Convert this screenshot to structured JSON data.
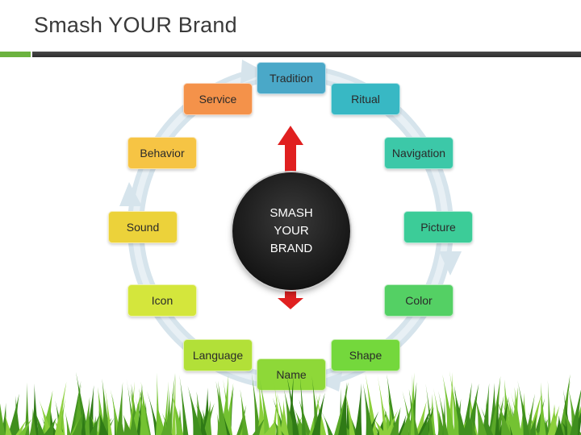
{
  "title": "Smash YOUR Brand",
  "center_label": "SMASH\nYOUR\nBRAND",
  "nodes": {
    "tradition": {
      "label": "Tradition",
      "color": "#4aa8c8"
    },
    "ritual": {
      "label": "Ritual",
      "color": "#38b8c4"
    },
    "service": {
      "label": "Service",
      "color": "#f4924a"
    },
    "behavior": {
      "label": "Behavior",
      "color": "#f6c444"
    },
    "navigation": {
      "label": "Navigation",
      "color": "#3cc8a8"
    },
    "sound": {
      "label": "Sound",
      "color": "#ecd23a"
    },
    "picture": {
      "label": "Picture",
      "color": "#3ccc98"
    },
    "icon": {
      "label": "Icon",
      "color": "#d4e63c"
    },
    "color": {
      "label": "Color",
      "color": "#54d064"
    },
    "language": {
      "label": "Language",
      "color": "#b2e038"
    },
    "shape": {
      "label": "Shape",
      "color": "#74d83c"
    },
    "name": {
      "label": "Name",
      "color": "#8ed838"
    }
  },
  "arrow_color": "#e02020",
  "ring_color": "#cfe0ea"
}
